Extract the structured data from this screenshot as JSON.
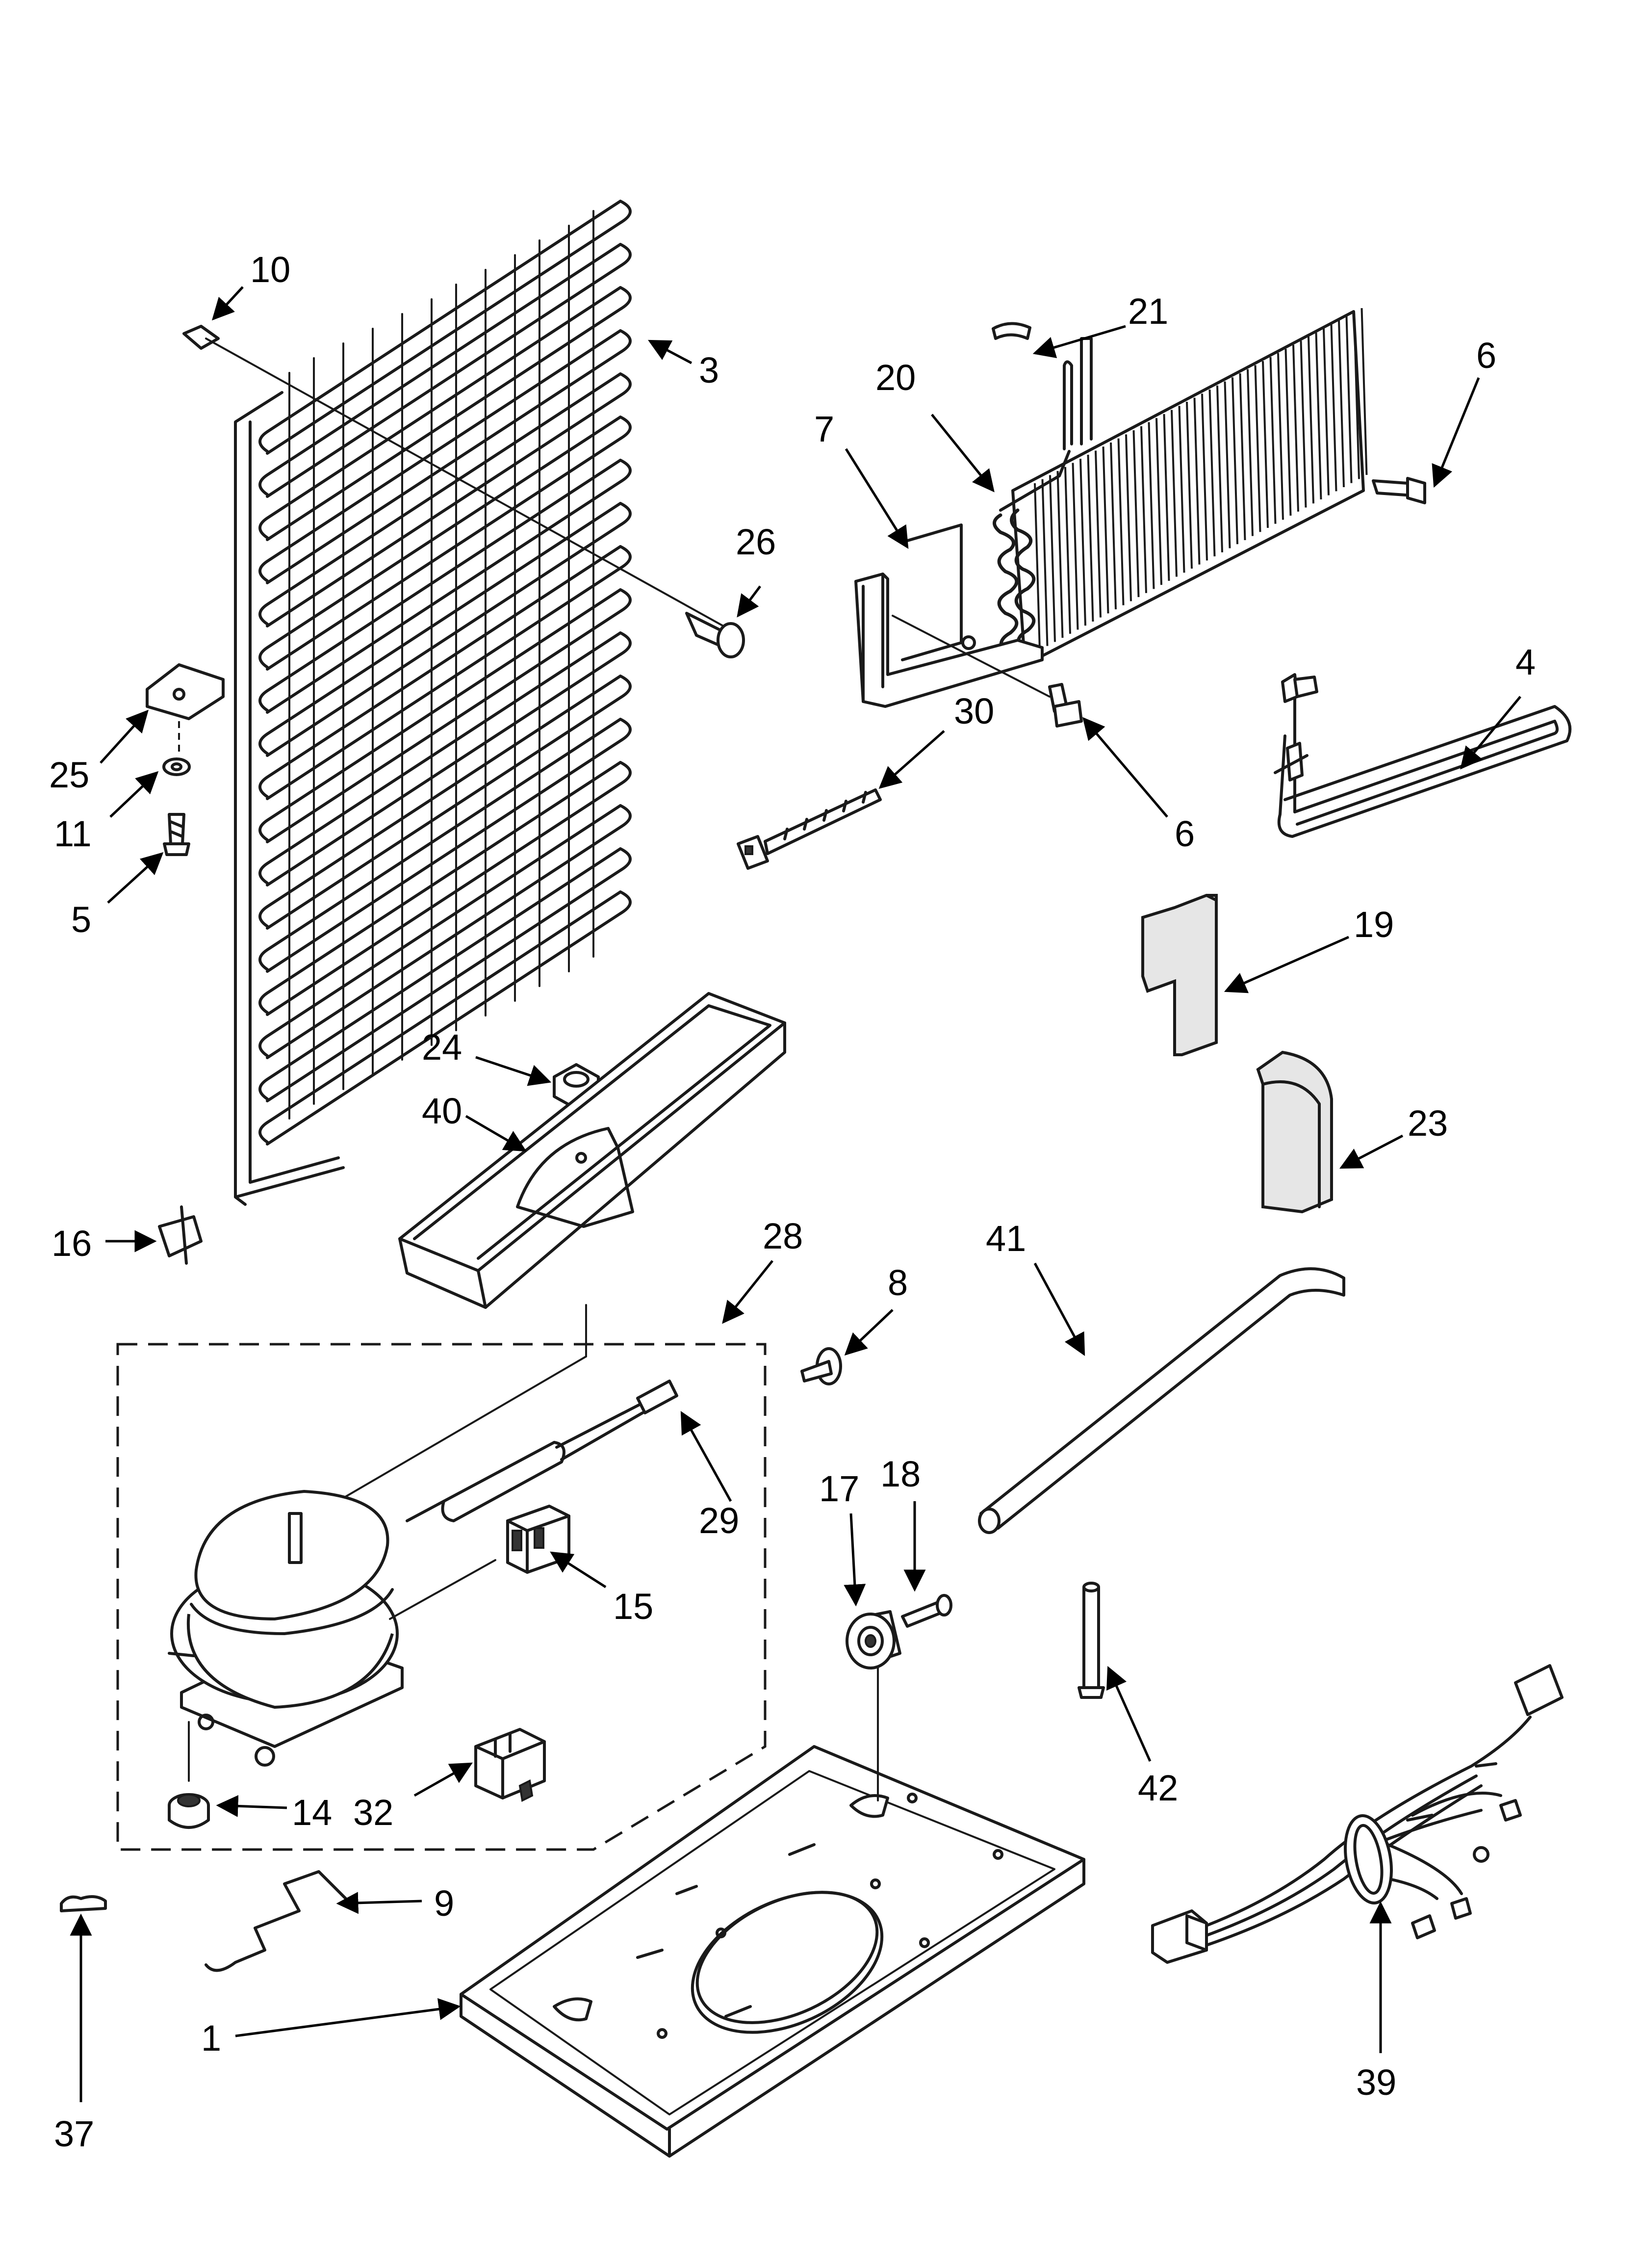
{
  "callouts": [
    {
      "id": "10",
      "label": "10"
    },
    {
      "id": "3",
      "label": "3"
    },
    {
      "id": "26",
      "label": "26"
    },
    {
      "id": "25",
      "label": "25"
    },
    {
      "id": "11",
      "label": "11"
    },
    {
      "id": "5",
      "label": "5"
    },
    {
      "id": "16",
      "label": "16"
    },
    {
      "id": "24",
      "label": "24"
    },
    {
      "id": "40",
      "label": "40"
    },
    {
      "id": "28",
      "label": "28"
    },
    {
      "id": "8",
      "label": "8"
    },
    {
      "id": "41",
      "label": "41"
    },
    {
      "id": "29",
      "label": "29"
    },
    {
      "id": "15",
      "label": "15"
    },
    {
      "id": "14",
      "label": "14"
    },
    {
      "id": "32",
      "label": "32"
    },
    {
      "id": "17",
      "label": "17"
    },
    {
      "id": "18",
      "label": "18"
    },
    {
      "id": "42",
      "label": "42"
    },
    {
      "id": "9",
      "label": "9"
    },
    {
      "id": "1",
      "label": "1"
    },
    {
      "id": "37",
      "label": "37"
    },
    {
      "id": "39",
      "label": "39"
    },
    {
      "id": "21",
      "label": "21"
    },
    {
      "id": "20",
      "label": "20"
    },
    {
      "id": "7",
      "label": "7"
    },
    {
      "id": "6a",
      "label": "6"
    },
    {
      "id": "6b",
      "label": "6"
    },
    {
      "id": "30",
      "label": "30"
    },
    {
      "id": "4",
      "label": "4"
    },
    {
      "id": "19",
      "label": "19"
    },
    {
      "id": "23",
      "label": "23"
    }
  ]
}
